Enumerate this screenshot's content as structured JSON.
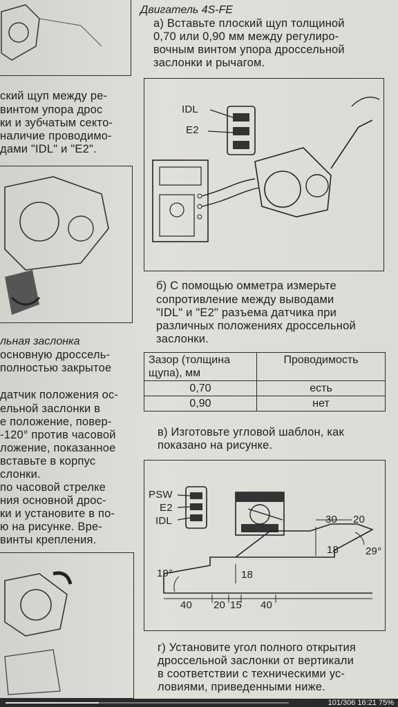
{
  "header": {
    "engine": "Двигатель 4S-FE"
  },
  "left_column": {
    "block1": [
      "ский щуп между ре-",
      "винтом упора дрос",
      "ки и зубчатым секто-",
      "наличие проводимо-",
      "дами \"IDL\" и \"E2\"."
    ],
    "section_title": "льная заслонка",
    "block2": [
      "основную дроссель-",
      "полностью закрытое",
      "",
      "датчик положения ос-",
      "ельной заслонки в",
      "е положение, повер-",
      "-120° против часовой",
      "ложение, показанное",
      "вставьте в корпус",
      "слонки.",
      "по часовой стрелке",
      "ния основной дрос-",
      "ки и установите в по-",
      "ю на рисунке. Вре-",
      "винты крепления."
    ]
  },
  "right_column": {
    "step_a": [
      "а) Вставьте плоский щуп толщиной",
      "0,70 или 0,90 мм между регулиро-",
      "вочным винтом упора дроссельной",
      "заслонки и рычагом."
    ],
    "fig1_labels": {
      "idl": "IDL",
      "e2": "E2"
    },
    "step_b": [
      "б) С помощью омметра измерьте",
      "сопротивление между выводами",
      "\"IDL\" и \"E2\" разъема датчика при",
      "различных положениях дроссельной",
      "заслонки."
    ],
    "table": {
      "headers": [
        "Зазор (толщина щупа), мм",
        "Проводимость"
      ],
      "header_line1": "Зазор (толщина",
      "header_line2": "щупа), мм",
      "rows": [
        {
          "gap": "0,70",
          "continuity": "есть"
        },
        {
          "gap": "0,90",
          "continuity": "нет"
        }
      ]
    },
    "step_v": [
      "в) Изготовьте угловой шаблон, как",
      "показано на рисунке."
    ],
    "fig2_labels": {
      "psw": "PSW",
      "e2": "E2",
      "idl": "IDL",
      "d30": "30",
      "d20a": "20",
      "angle29": "29°",
      "d18a": "18",
      "angle19": "19°",
      "d18b": "18",
      "d40a": "40",
      "d20b": "20",
      "d15": "15",
      "d40b": "40"
    },
    "step_g": [
      "г) Установите угол полного открытия",
      "дроссельной заслонки от вертикали",
      "в соответствии с техническими ус-",
      "ловиями, приведенными ниже."
    ]
  },
  "status_bar": {
    "info": "101/306 16:21 75%",
    "progress": 0.33
  }
}
